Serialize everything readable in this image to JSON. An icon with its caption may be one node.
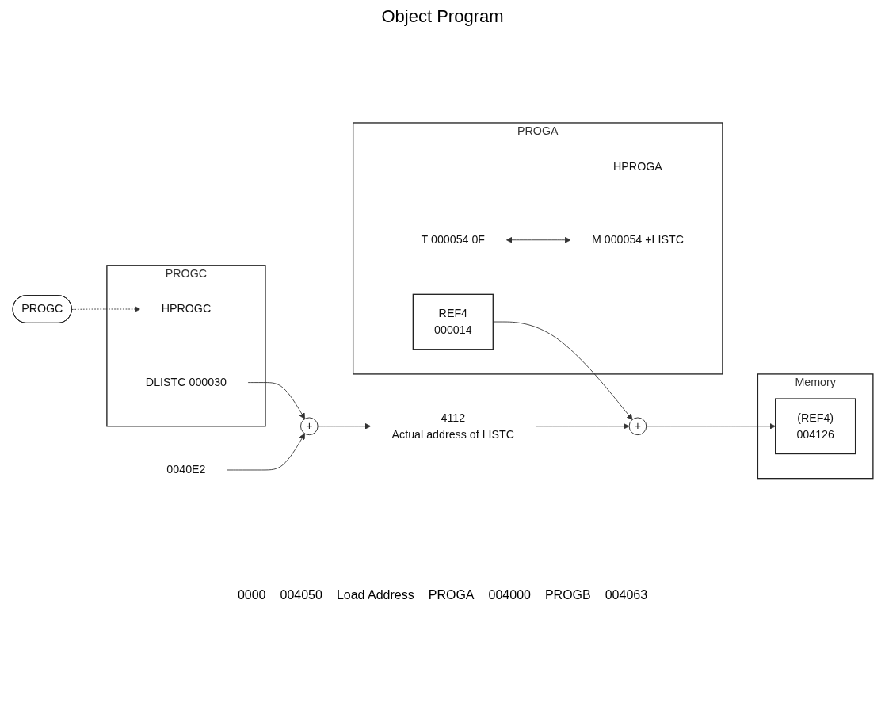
{
  "diagram": {
    "title": "Object Program",
    "nodes": [
      {
        "text": [
          "PROGA"
        ]
      },
      {
        "text": [
          "HPROGA"
        ],
        "in": 0
      },
      {
        "text": [
          "T 000054 0F"
        ],
        "in": 0
      },
      {
        "text": [
          "REF4",
          "000014"
        ],
        "in": 0
      },
      {
        "text": [
          "M 000054 +LISTC"
        ],
        "in": 0
      },
      {
        "text": [
          "+"
        ]
      },
      {
        "text": [
          "Memory"
        ]
      },
      {
        "text": [
          "(REF4)",
          "004126"
        ],
        "in": 6
      },
      {
        "text": [
          "PROGC"
        ]
      },
      {
        "text": [
          "HPROGC"
        ],
        "in": 8
      },
      {
        "text": [
          "DLISTC 000030"
        ],
        "in": 8
      },
      {
        "text": [
          "+"
        ]
      },
      {
        "text": [
          "4112",
          "Actual address of LISTC"
        ]
      },
      {
        "text": [
          "PROGC"
        ]
      },
      {
        "text": [
          "0040E2"
        ]
      }
    ],
    "edges": [
      {
        "from": 3,
        "to": 5,
        "arrow": "to"
      },
      {
        "from": 2,
        "to": 4,
        "arrow": "both"
      },
      {
        "from": 5,
        "to": 7,
        "arrow": "to"
      },
      {
        "from": 10,
        "to": 11,
        "arrow": "to"
      },
      {
        "from": 11,
        "to": 12,
        "arrow": "to"
      },
      {
        "from": 12,
        "to": 5,
        "arrow": "to"
      },
      {
        "from": 13,
        "to": 9,
        "arrow": "to",
        "style": "dashed"
      },
      {
        "from": 14,
        "to": 11,
        "arrow": "to"
      }
    ],
    "labels": [
      "0000",
      "004050",
      "Load Address",
      "PROGA",
      "004000",
      "PROGB",
      "004063"
    ]
  }
}
